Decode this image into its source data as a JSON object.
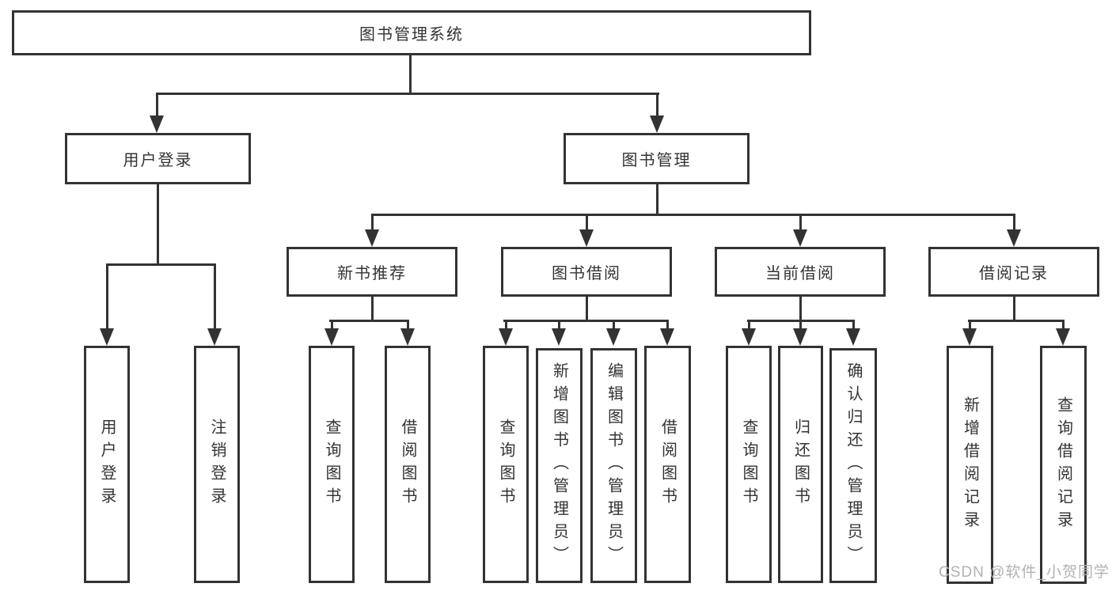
{
  "tree": {
    "root": {
      "label": "图书管理系统"
    },
    "branches": [
      {
        "label": "用户登录",
        "children": [
          {
            "label": "用户登录"
          },
          {
            "label": "注销登录"
          }
        ]
      },
      {
        "label": "图书管理",
        "children": [
          {
            "label": "新书推荐",
            "children": [
              {
                "label": "查询图书"
              },
              {
                "label": "借阅图书"
              }
            ]
          },
          {
            "label": "图书借阅",
            "children": [
              {
                "label": "查询图书"
              },
              {
                "label": "新增图书（管理员）"
              },
              {
                "label": "编辑图书（管理员）"
              },
              {
                "label": "借阅图书"
              }
            ]
          },
          {
            "label": "当前借阅",
            "children": [
              {
                "label": "查询图书"
              },
              {
                "label": "归还图书"
              },
              {
                "label": "确认归还（管理员）"
              }
            ]
          },
          {
            "label": "借阅记录",
            "children": [
              {
                "label": "新增借阅记录"
              },
              {
                "label": "查询借阅记录"
              }
            ]
          }
        ]
      }
    ]
  },
  "watermark": {
    "text": "CSDN @软件_小贺同学"
  },
  "colors": {
    "line": "#333333",
    "border": "#333333",
    "text": "#333333",
    "background": "#ffffff",
    "watermark": "#b2b2b2"
  }
}
